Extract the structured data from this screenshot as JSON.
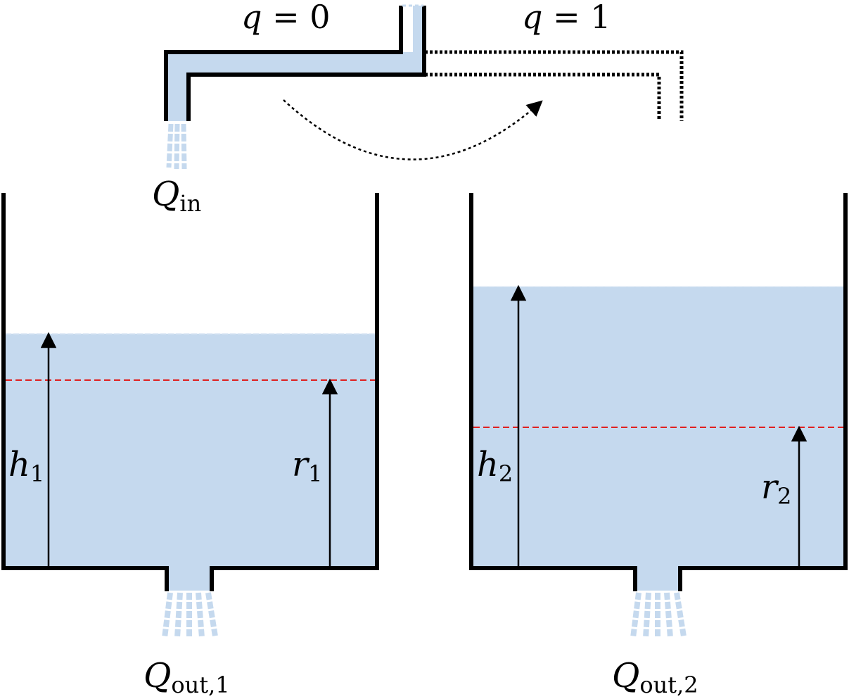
{
  "colors": {
    "water": "#c5d9ee",
    "wall": "#000000",
    "reference": "#e02020",
    "arrow": "#000000"
  },
  "labels": {
    "q0": {
      "var": "q",
      "rest": " = 0"
    },
    "q1": {
      "var": "q",
      "rest": " = 1"
    },
    "qin": {
      "main": "Q",
      "sub": "in"
    },
    "h1": {
      "main": "h",
      "sub": "1"
    },
    "r1": {
      "main": "r",
      "sub": "1"
    },
    "h2": {
      "main": "h",
      "sub": "2"
    },
    "r2": {
      "main": "r",
      "sub": "2"
    },
    "qout1": {
      "main": "Q",
      "sub": "out,1"
    },
    "qout2": {
      "main": "Q",
      "sub": "out,2"
    }
  }
}
